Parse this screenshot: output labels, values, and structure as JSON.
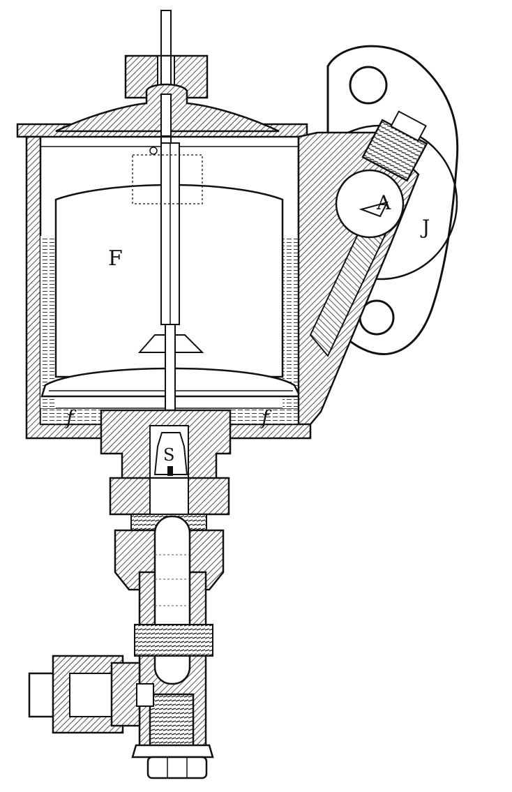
{
  "figure": {
    "labels": {
      "float": "F",
      "air_chamber": "A",
      "flange": "J",
      "spindle": "S",
      "fuel_level_left": "f",
      "fuel_level_right": "f"
    }
  },
  "colors": {
    "ink": "#111111",
    "paper": "#ffffff",
    "hatch": "#222222"
  }
}
